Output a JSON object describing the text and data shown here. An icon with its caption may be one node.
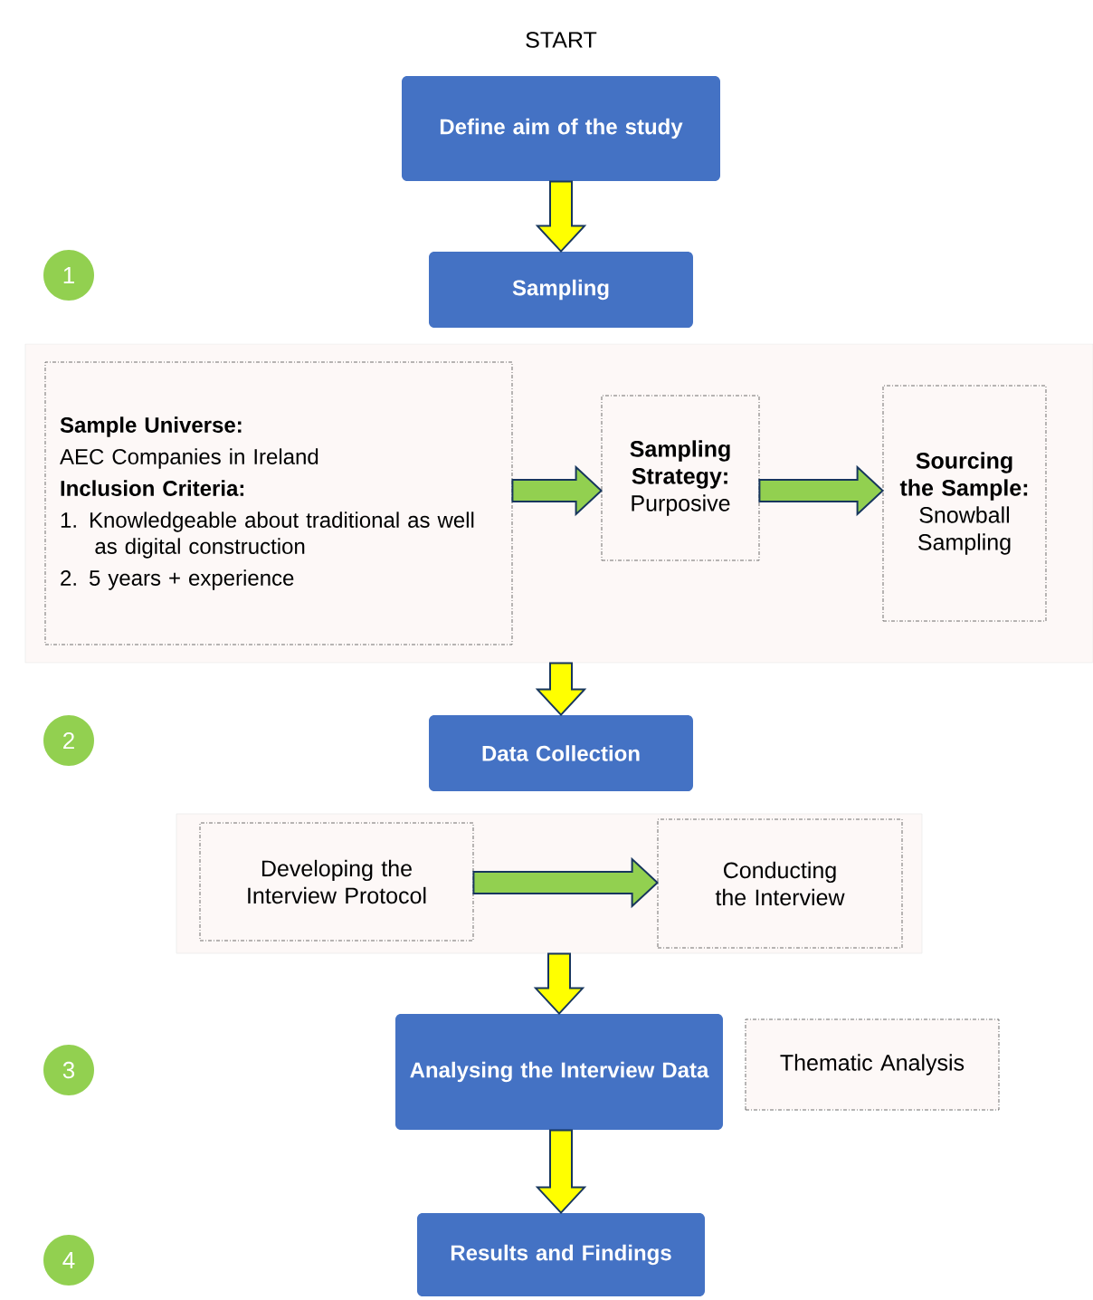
{
  "diagram": {
    "nodes": [
      {
        "text": [
          "Define aim of the study"
        ]
      },
      {
        "text": [
          "1"
        ]
      },
      {
        "text": [
          "Sampling"
        ]
      },
      {
        "text": [],
        "shape": "box"
      },
      {
        "text": [
          "Sample Universe:",
          "AEC Companies in Ireland",
          "Inclusion Criteria:",
          "1. Knowledgeable about traditional as well as digital construction",
          "2. 5 years + experience"
        ],
        "in": 3
      },
      {
        "text": [
          "Sampling Strategy:",
          "Purposive"
        ],
        "in": 3
      },
      {
        "text": [
          "Sourcing the Sample:",
          "Snowball Sampling"
        ],
        "in": 3
      },
      {
        "text": [
          "2"
        ]
      },
      {
        "text": [
          "Data Collection"
        ]
      },
      {
        "text": [],
        "shape": "box"
      },
      {
        "text": [
          "Developing the Interview Protocol"
        ],
        "in": 9
      },
      {
        "text": [
          "Conducting the Interview"
        ],
        "in": 9
      },
      {
        "text": [
          "3"
        ]
      },
      {
        "text": [
          "Analysing the Interview Data"
        ]
      },
      {
        "text": [
          "Thematic Analysis"
        ]
      },
      {
        "text": [
          "4"
        ]
      },
      {
        "text": [
          "Results and Findings"
        ]
      }
    ],
    "edges": [
      {
        "from": 0,
        "to": 2,
        "arrow": "to"
      },
      {
        "from": 4,
        "to": 5,
        "arrow": "to",
        "color": "#92d050"
      },
      {
        "from": 5,
        "to": 6,
        "arrow": "to",
        "color": "#92d050"
      },
      {
        "from": 3,
        "to": 8,
        "arrow": "to"
      },
      {
        "from": 10,
        "to": 11,
        "arrow": "to",
        "color": "#92d050"
      },
      {
        "from": 9,
        "to": 13,
        "arrow": "to"
      },
      {
        "from": 13,
        "to": 16,
        "arrow": "to"
      }
    ],
    "labels": [
      "START"
    ]
  }
}
